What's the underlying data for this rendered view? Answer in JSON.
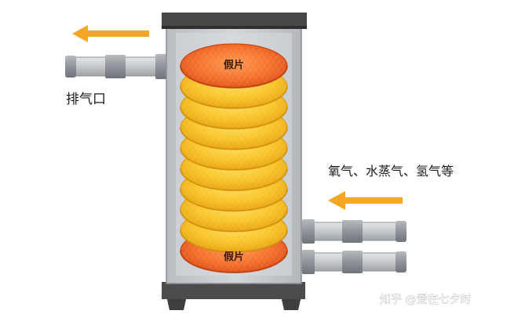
{
  "labels": {
    "exhaust_port": "排气口",
    "gas_inlet": "氧气、水蒸气、氢气等",
    "dummy_top": "假片",
    "dummy_bottom": "假片",
    "watermark": "知乎 @爱在七夕时"
  },
  "arrows": {
    "exhaust": {
      "direction": "left"
    },
    "inlet": {
      "direction": "left"
    }
  },
  "wafers": {
    "dummy_count": 2,
    "product_count": 8
  },
  "colors": {
    "furnace_body": "#c8ccd1",
    "furnace_cap": "#4a4a4a",
    "pipe": "#bfc3c7",
    "pipe_joint": "#8e9399",
    "arrow": "#f5a623",
    "dummy_wafer": "#f06a2a",
    "product_wafer": "#f7c22e"
  }
}
